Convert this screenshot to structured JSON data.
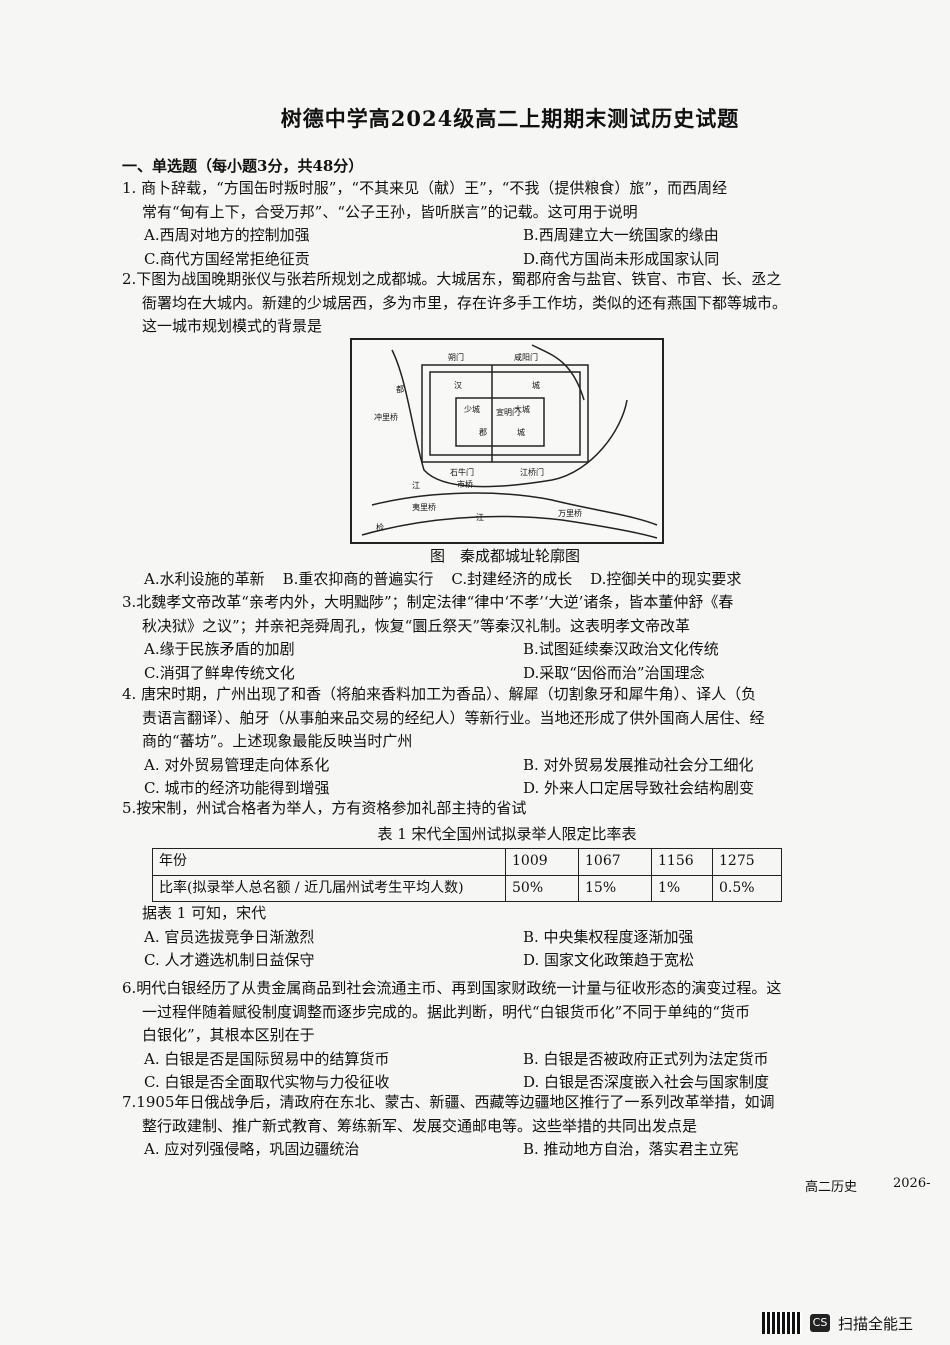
{
  "title": "树德中学高2024级高二上期期末测试历史试题",
  "section": "一、单选题（每小题3分，共48分）",
  "q1": {
    "stem": "1. 商卜辞载，“方国缶时叛时服”，“不其来见（献）王”，“不我（提供粮食）旅”，而西周经",
    "stem2": "常有“甸有上下，合受万邦”、“公子王孙，皆听朕言”的记载。这可用于说明",
    "a": "A.西周对地方的控制加强",
    "b": "B.西周建立大一统国家的缘由",
    "c": "C.商代方国经常拒绝征贡",
    "d": "D.商代方国尚未形成国家认同"
  },
  "q2": {
    "stem": "2.下图为战国晚期张仪与张若所规划之成都城。大城居东，蜀郡府舍与盐官、铁官、市官、长、丞之",
    "stem2": "衙署均在大城内。新建的少城居西，多为市里，存在许多手工作坊，类似的还有燕国下都等城市。",
    "stem3": "这一城市规划模式的背景是",
    "caption": "图　秦成都城址轮廓图",
    "a": "A.水利设施的革新",
    "b": "B.重农抑商的普遍实行",
    "c": "C.封建经济的成长",
    "d": "D.控御关中的现实要求"
  },
  "map": {
    "gate1": "朔门",
    "gate2": "咸阳门",
    "gate3": "石牛门",
    "gate4": "江桥门",
    "gate5": "宣明门",
    "l_han": "汉",
    "l_cheng": "城",
    "l_shao": "少城",
    "l_jun": "郡",
    "l_da": "大城",
    "l_cheng2": "城",
    "l_jiang1": "江",
    "l_shiqiao": "市桥",
    "l_jiang2": "江",
    "l_du": "都",
    "l_chongli": "冲里桥",
    "l_yili": "夷里桥",
    "l_wanli": "万里桥",
    "l_jian": "检"
  },
  "q3": {
    "stem": "3.北魏孝文帝改革“亲考内外，大明黜陟”；制定法律“律中‘不孝’‘大逆’诸条，皆本董仲舒《春",
    "stem2": "秋决狱》之议”；并亲祀尧舜周孔，恢复“圜丘祭天”等秦汉礼制。这表明孝文帝改革",
    "a": "A.缘于民族矛盾的加剧",
    "b": "B.试图延续秦汉政治文化传统",
    "c": "C.消弭了鲜卑传统文化",
    "d": "D.采取“因俗而治”治国理念"
  },
  "q4": {
    "stem": "4. 唐宋时期，广州出现了和香（将舶来香料加工为香品）、解犀（切割象牙和犀牛角）、译人（负",
    "stem2": "责语言翻译）、舶牙（从事舶来品交易的经纪人）等新行业。当地还形成了供外国商人居住、经",
    "stem3": "商的“蕃坊”。上述现象最能反映当时广州",
    "a": "A.  对外贸易管理走向体系化",
    "b": "B.  对外贸易发展推动社会分工细化",
    "c": "C.  城市的经济功能得到增强",
    "d": "D.  外来人口定居导致社会结构剧变"
  },
  "q5": {
    "stem": "5.按宋制，州试合格者为举人，方有资格参加礼部主持的省试",
    "table_caption": "表 1  宋代全国州试拟录举人限定比率表",
    "h0": "年份",
    "years": [
      "1009",
      "1067",
      "1156",
      "1275"
    ],
    "r0": "比率(拟录举人总名额 / 近几届州试考生平均人数)",
    "rates": [
      "50%",
      "15%",
      "1%",
      "0.5%"
    ],
    "after": "据表 1 可知，宋代",
    "a": "A.  官员选拔竞争日渐激烈",
    "b": "B.  中央集权程度逐渐加强",
    "c": "C.  人才遴选机制日益保守",
    "d": "D.  国家文化政策趋于宽松"
  },
  "q6": {
    "stem": "6.明代白银经历了从贵金属商品到社会流通主币、再到国家财政统一计量与征收形态的演变过程。这",
    "stem2": "一过程伴随着赋役制度调整而逐步完成的。据此判断，明代“白银货币化”不同于单纯的“货币",
    "stem3": "白银化”，其根本区别在于",
    "a": "A.  白银是否是国际贸易中的结算货币",
    "b": "B.  白银是否被政府正式列为法定货币",
    "c": "C.  白银是否全面取代实物与力役征收",
    "d": "D.  白银是否深度嵌入社会与国家制度"
  },
  "q7": {
    "stem": "7.1905年日俄战争后，清政府在东北、蒙古、新疆、西藏等边疆地区推行了一系列改革举措，如调",
    "stem2": "整行政建制、推广新式教育、筹练新军、发展交通邮电等。这些举措的共同出发点是",
    "a": "A.  应对列强侵略，巩固边疆统治",
    "b": "B.  推动地方自治，落实君主立宪"
  },
  "footer": {
    "subject": "高二历史",
    "date": "2026-"
  },
  "scan": {
    "label": "扫描全能王"
  }
}
